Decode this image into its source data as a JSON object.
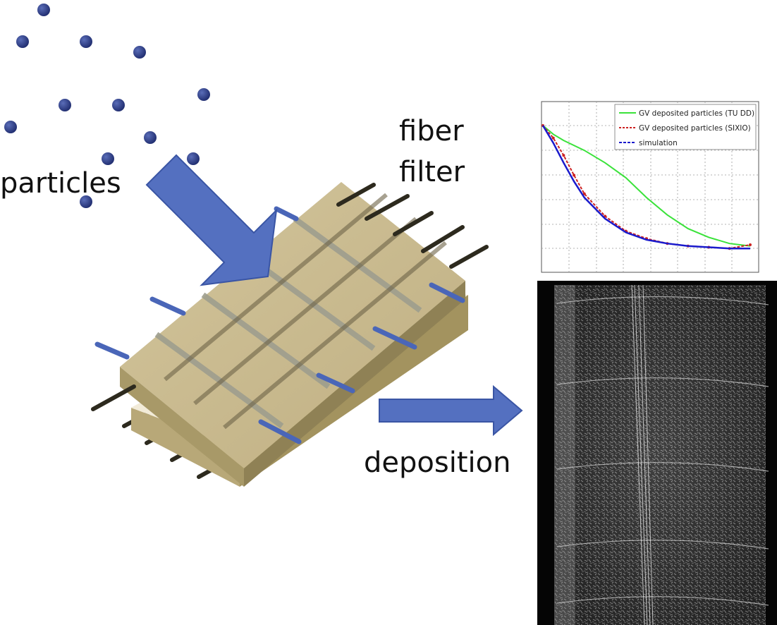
{
  "labels": {
    "particles": "particles",
    "fiber": "fiber",
    "filter": "filter",
    "deposition": "deposition"
  },
  "colors": {
    "particle": "#2E3F86",
    "arrow": "#5470C0",
    "filter_top": "#C9B98E",
    "filter_side": "#A89968",
    "fiber_dark": "#2D2A1E",
    "fiber_blue": "#4A66B8",
    "series_green": "#3AE23A",
    "series_red": "#CC2222",
    "series_blue": "#1A1ACC"
  },
  "chart_data": {
    "type": "line",
    "legend_position": "top-right",
    "grid": true,
    "series": [
      {
        "name": "GV deposited particles (TU DD)",
        "color": "#3AE23A",
        "x": [
          0,
          0.05,
          0.1,
          0.2,
          0.3,
          0.4,
          0.5,
          0.6,
          0.7,
          0.8,
          0.9,
          1.0
        ],
        "y": [
          1.0,
          0.93,
          0.88,
          0.8,
          0.7,
          0.58,
          0.42,
          0.28,
          0.17,
          0.1,
          0.05,
          0.03
        ]
      },
      {
        "name": "GV deposited particles (SIXIO)",
        "color": "#CC2222",
        "x": [
          0,
          0.05,
          0.1,
          0.15,
          0.2,
          0.3,
          0.4,
          0.5,
          0.6,
          0.7,
          0.8,
          0.9,
          1.0
        ],
        "y": [
          1.0,
          0.9,
          0.76,
          0.6,
          0.45,
          0.27,
          0.15,
          0.09,
          0.05,
          0.03,
          0.02,
          0.01,
          0.04
        ]
      },
      {
        "name": "simulation",
        "color": "#1A1ACC",
        "x": [
          0,
          0.05,
          0.1,
          0.15,
          0.2,
          0.3,
          0.4,
          0.5,
          0.6,
          0.7,
          0.8,
          0.9,
          1.0
        ],
        "y": [
          1.0,
          0.86,
          0.7,
          0.55,
          0.42,
          0.25,
          0.14,
          0.08,
          0.05,
          0.03,
          0.02,
          0.01,
          0.01
        ]
      }
    ]
  }
}
